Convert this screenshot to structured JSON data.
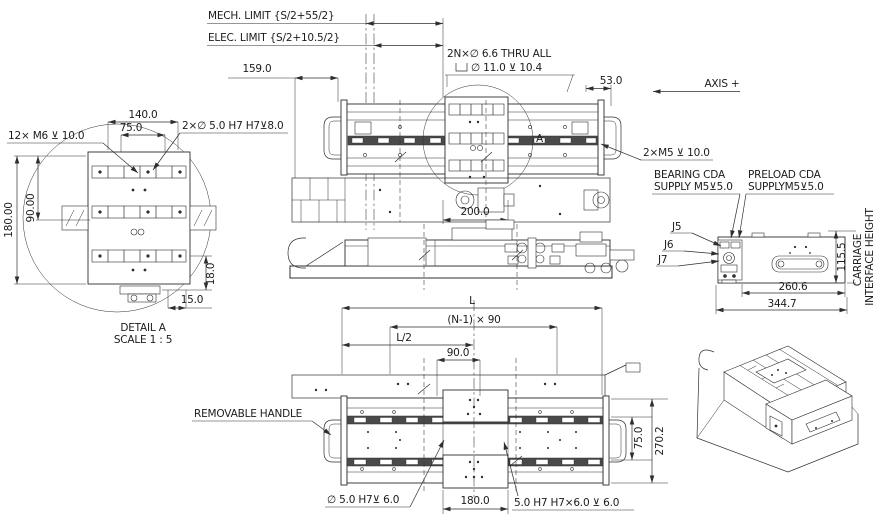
{
  "drawing": {
    "background": "#ffffff",
    "ink": "#2e2e2e",
    "limits": {
      "mech": "MECH. LIMIT {S/2+55/2}",
      "elec": "ELEC. LIMIT {S/2+10.5/2}"
    },
    "plan_view": {
      "dim_159": "159.0",
      "dim_53": "53.0",
      "axis": "AXIS +",
      "thru_note_line1": "2N×∅ 6.6 THRU ALL",
      "thru_note_line2": "∅ 11.0 ⊻ 10.4",
      "note_m5": "2×M5 ⊻ 10.0",
      "dim_200": "200.0",
      "detail_label": "A"
    },
    "detail_a": {
      "note_m6": "12× M6 ⊻ 10.0",
      "note_pin": "2×∅ 5.0 H7 H7⊻8.0",
      "dim_140": "140.0",
      "dim_75": "75.0",
      "dim_180": "180.00",
      "dim_90": "90.00",
      "dim_18": "18.0",
      "dim_15": "15.0",
      "title": "DETAIL A",
      "scale": "SCALE 1 : 5"
    },
    "end_view": {
      "bearing_note_1": "BEARING CDA",
      "bearing_note_2": "SUPPLY M5⊻5.0",
      "preload_note_1": "PRELOAD CDA",
      "preload_note_2": "SUPPLYM5⊻5.0",
      "j5": "J5",
      "j6": "J6",
      "j7": "J7",
      "dim_115": "115.5",
      "carriage_1": "CARRIAGE",
      "carriage_2": "INTERFACE HEIGHT",
      "dim_260": "260.6",
      "dim_344": "344.7"
    },
    "bottom_view": {
      "dim_l": "L",
      "dim_n": "(N-1) × 90",
      "dim_l2": "L/2",
      "dim_90": "90.0",
      "handle_note": "REMOVABLE HANDLE",
      "dim_75": "75.0",
      "dim_270": "270.2",
      "dim_180": "180.0",
      "hole_note_left": "∅ 5.0 H7⊻ 6.0",
      "hole_note_right": "5.0 H7 H7×6.0 ⊻ 6.0"
    }
  }
}
